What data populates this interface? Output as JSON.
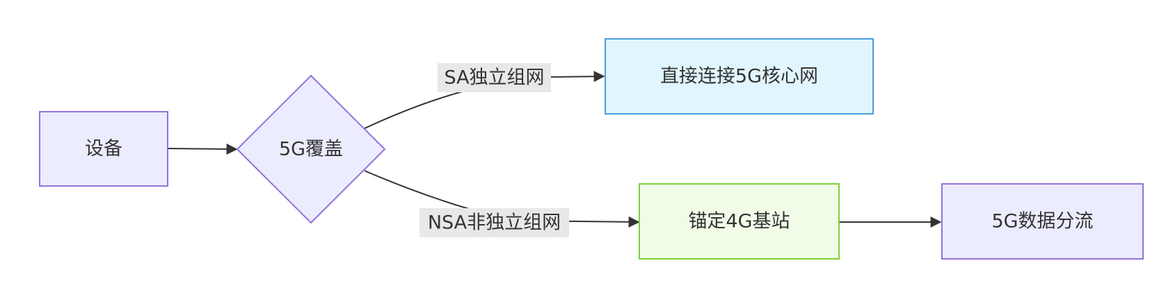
{
  "nodes": {
    "device": {
      "label": "设备",
      "fill": "#ECECFF",
      "stroke": "#9370DB"
    },
    "coverage": {
      "label": "5G覆盖",
      "fill": "#ECECFF",
      "stroke": "#9370DB"
    },
    "core": {
      "label": "直接连接5G核心网",
      "fill": "#E1F5FE",
      "stroke": "#4A9EDB"
    },
    "anchor": {
      "label": "锚定4G基站",
      "fill": "#F1FCE8",
      "stroke": "#7CD13A"
    },
    "split": {
      "label": "5G数据分流",
      "fill": "#ECECFF",
      "stroke": "#9370DB"
    }
  },
  "edges": {
    "sa": {
      "label": "SA独立组网"
    },
    "nsa": {
      "label": "NSA非独立组网"
    }
  },
  "colors": {
    "edge": "#333333",
    "edge_label_bg": "#E8E8E8",
    "text": "#333333"
  }
}
